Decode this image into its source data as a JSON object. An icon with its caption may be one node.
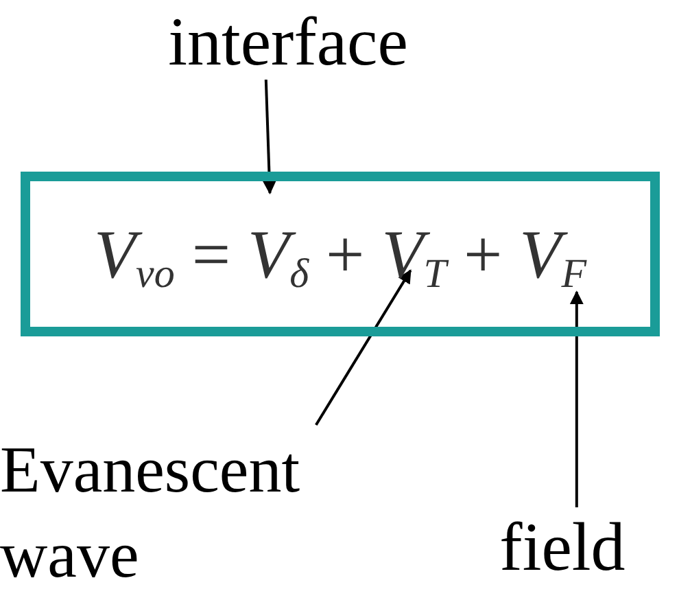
{
  "diagram": {
    "nodes": [
      {
        "text": [
          "*V*$_{vo}$ = *V*$_{δ}$ + *V*$_{T}$ + *V*$_{F}$"
        ]
      },
      {
        "text": [
          "interface"
        ]
      },
      {
        "text": [
          "Evanescent wave"
        ]
      },
      {
        "text": [
          "field"
        ]
      }
    ],
    "edges": [
      {
        "from": 1,
        "to": 0,
        "arrow": "to"
      },
      {
        "from": 2,
        "to": 0,
        "arrow": "to"
      },
      {
        "from": 3,
        "to": 0,
        "arrow": "to"
      }
    ]
  }
}
